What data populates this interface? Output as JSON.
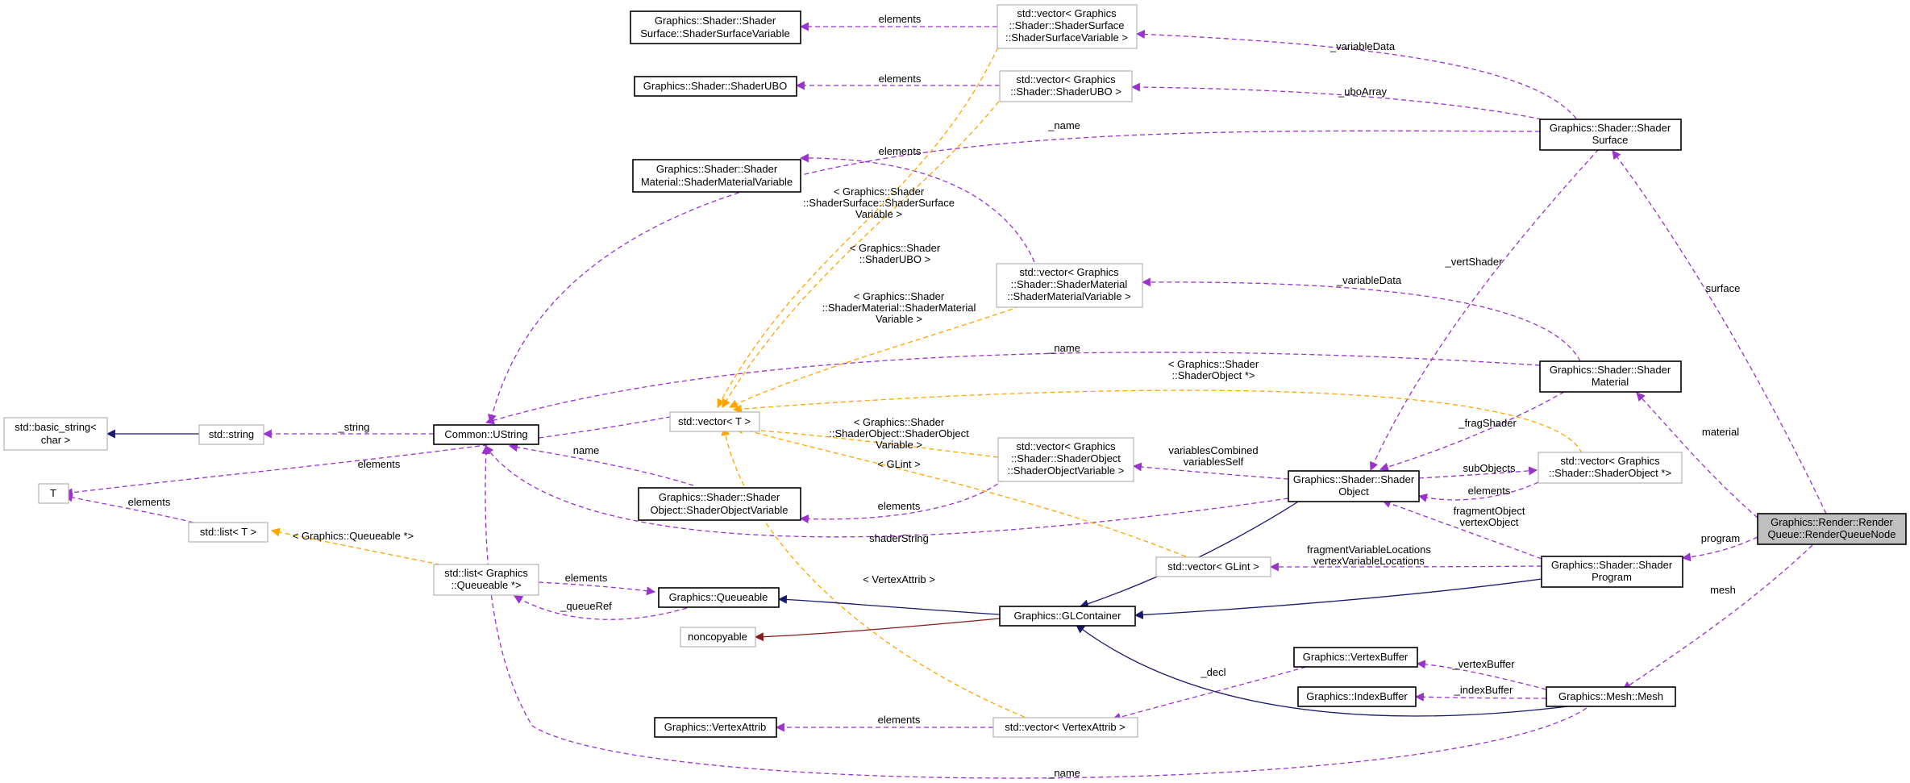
{
  "colors": {
    "usage_edge": "#9a32cd",
    "template_edge": "#ffa500",
    "inherit_edge": "#191970",
    "private_inherit_edge": "#8b1a1a",
    "highlight_fill": "#bfbfbf"
  },
  "nodes": {
    "surface_var": [
      "Graphics::Shader::Shader",
      "Surface::ShaderSurfaceVariable"
    ],
    "shader_ubo": [
      "Graphics::Shader::ShaderUBO"
    ],
    "material_var": [
      "Graphics::Shader::Shader",
      "Material::ShaderMaterialVariable"
    ],
    "vec_surface_var": [
      "std::vector< Graphics",
      "::Shader::ShaderSurface",
      "::ShaderSurfaceVariable >"
    ],
    "vec_ubo": [
      "std::vector< Graphics",
      "::Shader::ShaderUBO >"
    ],
    "vec_material_var": [
      "std::vector< Graphics",
      "::Shader::ShaderMaterial",
      "::ShaderMaterialVariable >"
    ],
    "shader_surface": [
      "Graphics::Shader::Shader",
      "Surface"
    ],
    "shader_material": [
      "Graphics::Shader::Shader",
      "Material"
    ],
    "basic_string": [
      "std::basic_string<",
      "char >"
    ],
    "std_string": [
      "std::string"
    ],
    "ustring": [
      "Common::UString"
    ],
    "vector_t": [
      "std::vector< T >"
    ],
    "t": [
      "T"
    ],
    "list_t": [
      "std::list< T >"
    ],
    "object_var": [
      "Graphics::Shader::Shader",
      "Object::ShaderObjectVariable"
    ],
    "vec_object_var": [
      "std::vector< Graphics",
      "::Shader::ShaderObject",
      "::ShaderObjectVariable >"
    ],
    "shader_object": [
      "Graphics::Shader::Shader",
      "Object"
    ],
    "vec_shader_object_ptr": [
      "std::vector< Graphics",
      "::Shader::ShaderObject *>"
    ],
    "render_queue_node": [
      "Graphics::Render::Render",
      "Queue::RenderQueueNode"
    ],
    "list_queueable": [
      "std::list< Graphics",
      "::Queueable *>"
    ],
    "queueable": [
      "Graphics::Queueable"
    ],
    "noncopyable": [
      "noncopyable"
    ],
    "gl_container": [
      "Graphics::GLContainer"
    ],
    "vec_glint": [
      "std::vector< GLint >"
    ],
    "shader_program": [
      "Graphics::Shader::Shader",
      "Program"
    ],
    "vertex_buffer": [
      "Graphics::VertexBuffer"
    ],
    "index_buffer": [
      "Graphics::IndexBuffer"
    ],
    "mesh": [
      "Graphics::Mesh::Mesh"
    ],
    "vertex_attrib": [
      "Graphics::VertexAttrib"
    ],
    "vec_vertex_attrib": [
      "std::vector< VertexAttrib >"
    ]
  },
  "edge_labels": {
    "surf_var_elements": [
      "elements"
    ],
    "ubo_elements": [
      "elements"
    ],
    "mat_var_elements": [
      "elements"
    ],
    "variable_data_surface": [
      "_variableData"
    ],
    "ubo_array": [
      "_uboArray"
    ],
    "name_surface": [
      "_name"
    ],
    "tpl_surface": [
      "< Graphics::Shader",
      "::ShaderSurface::ShaderSurface",
      "Variable >"
    ],
    "tpl_ubo": [
      "< Graphics::Shader",
      "::ShaderUBO >"
    ],
    "tpl_material": [
      "< Graphics::Shader",
      "::ShaderMaterial::ShaderMaterial",
      "Variable >"
    ],
    "variable_data_material": [
      "_variableData"
    ],
    "name_material": [
      "_name"
    ],
    "tpl_object_ptr": [
      "< Graphics::Shader",
      "::ShaderObject *>"
    ],
    "vert_shader": [
      "_vertShader"
    ],
    "surface": [
      "surface"
    ],
    "string": [
      "_string"
    ],
    "tpl_object_var": [
      "< Graphics::Shader",
      "::ShaderObject::ShaderObject",
      "Variable >"
    ],
    "frag_shader": [
      "_fragShader"
    ],
    "material": [
      "material"
    ],
    "elements_t": [
      "elements"
    ],
    "name_object_var": [
      "name"
    ],
    "tpl_glint": [
      "< GLint >"
    ],
    "variables": [
      "variablesCombined",
      "variablesSelf"
    ],
    "sub_objects": [
      "subObjects"
    ],
    "obj_ptr_elements": [
      "elements"
    ],
    "list_elements": [
      "elements"
    ],
    "object_var_elements": [
      "elements"
    ],
    "fragment_vertex_object": [
      "fragmentObject",
      "vertexObject"
    ],
    "program": [
      "program"
    ],
    "tpl_queueable": [
      "< Graphics::Queueable *>"
    ],
    "shader_string": [
      "shaderString"
    ],
    "fragment_locations": [
      "fragmentVariableLocations",
      "vertexVariableLocations"
    ],
    "queueable_elements": [
      "elements"
    ],
    "tpl_vertex_attrib": [
      "< VertexAttrib >"
    ],
    "queue_ref": [
      "_queueRef"
    ],
    "mesh": [
      "mesh"
    ],
    "decl": [
      "_decl"
    ],
    "vertex_buffer": [
      "_vertexBuffer"
    ],
    "index_buffer": [
      "_indexBuffer"
    ],
    "attrib_elements": [
      "elements"
    ],
    "name_mesh": [
      "_name"
    ]
  }
}
